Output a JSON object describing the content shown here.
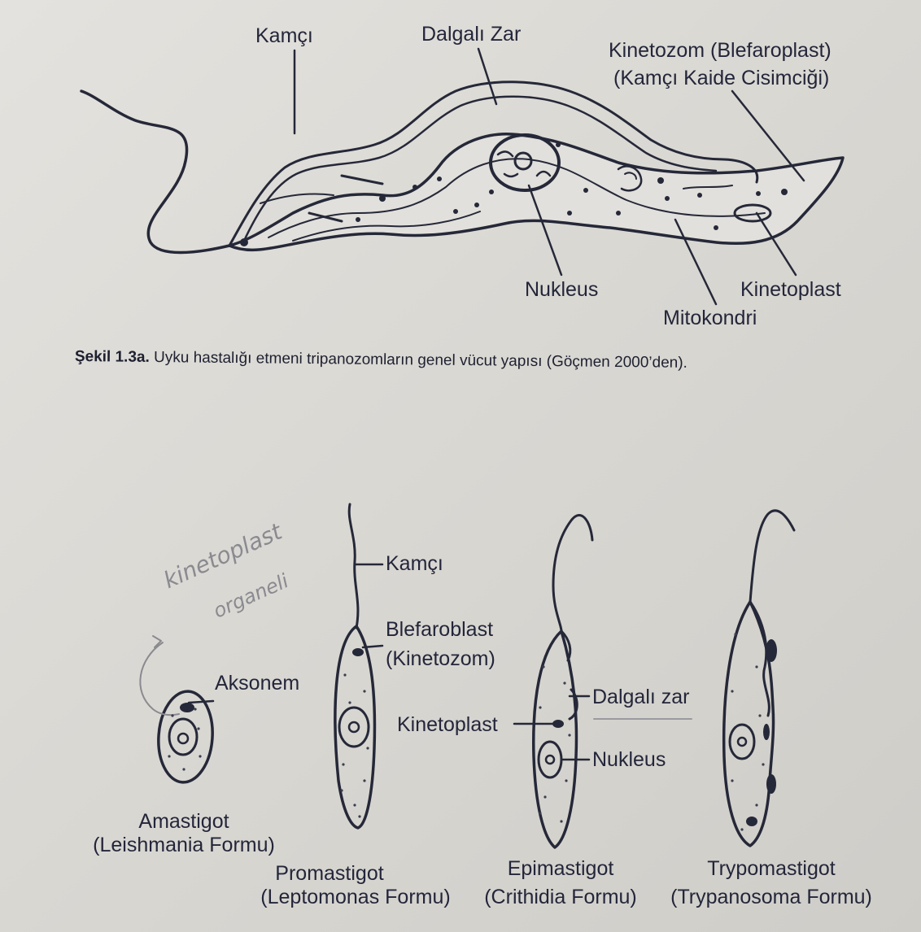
{
  "top_figure": {
    "labels": {
      "flagellum": "Kamçı",
      "undulating_membrane": "Dalgalı Zar",
      "kinetosome_line1": "Kinetozom (Blefaroplast)",
      "kinetosome_line2": "(Kamçı Kaide Cisimciği)",
      "nucleus": "Nukleus",
      "kinetoplast": "Kinetoplast",
      "mitochondria": "Mitokondri"
    },
    "caption_bold": "Şekil 1.3a.",
    "caption_text": " Uyku hastalığı etmeni tripanozomların genel vücut yapısı (Göçmen 2000’den)."
  },
  "bottom_figure": {
    "labels": {
      "flagellum": "Kamçı",
      "blepharoplast_line1": "Blefaroblast",
      "blepharoplast_line2": "(Kinetozom)",
      "axoneme": "Aksonem",
      "kinetoplast": "Kinetoplast",
      "undulating_membrane": "Dalgalı zar",
      "nucleus": "Nukleus"
    },
    "forms": [
      {
        "name": "Amastigot",
        "subtitle": "(Leishmania Formu)"
      },
      {
        "name": "Promastigot",
        "subtitle": "(Leptomonas Formu)"
      },
      {
        "name": "Epimastigot",
        "subtitle": "(Crithidia Formu)"
      },
      {
        "name": "Trypomastigot",
        "subtitle": "(Trypanosoma Formu)"
      }
    ],
    "handwritten": {
      "line1": "kinetoplast",
      "line2": "organeli"
    }
  }
}
